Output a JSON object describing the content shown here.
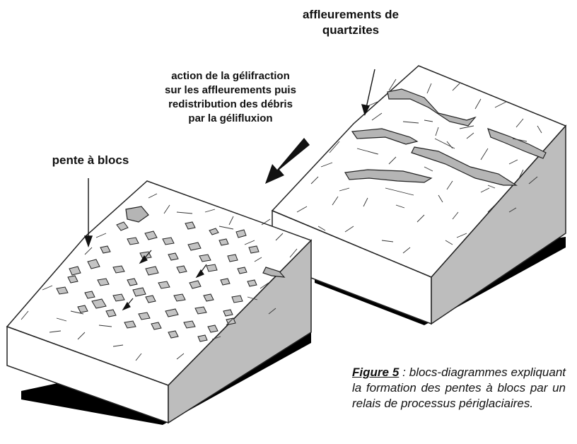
{
  "labels": {
    "affleurements": [
      "affleurements de",
      "quartzites"
    ],
    "action": [
      "action de la gélifraction",
      "sur les affleurements puis",
      "redistribution des débris",
      "par la gélifluxion"
    ],
    "pente": [
      "pente à blocs"
    ]
  },
  "caption": {
    "figure": "Figure 5",
    "text": ": blocs-diagrammes expliquant la formation des pentes à blocs par un relais de processus périglaciaires."
  }
}
